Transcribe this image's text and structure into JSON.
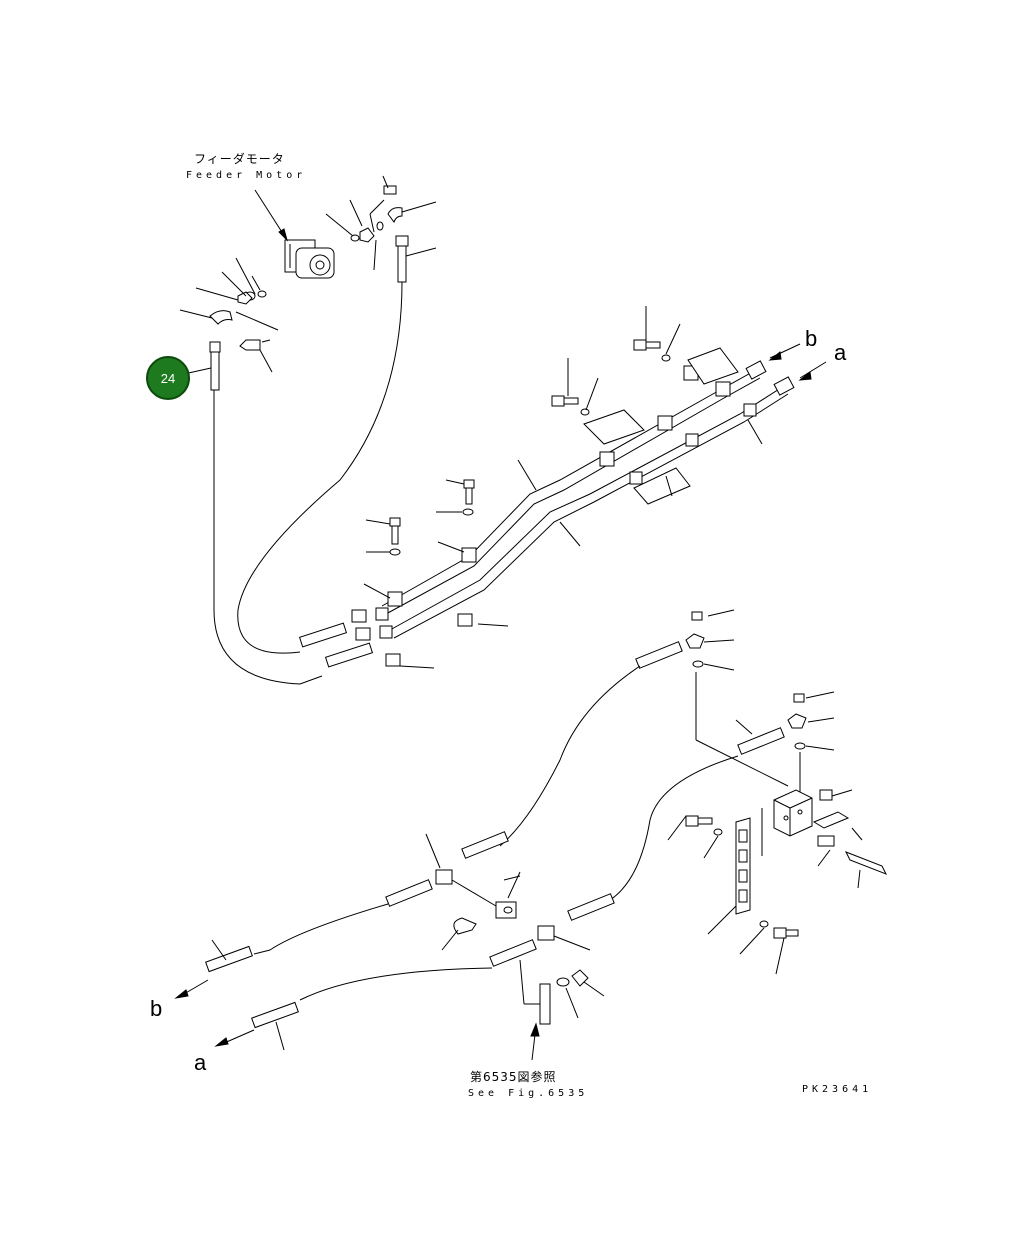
{
  "feeder_motor": {
    "label_jp": "フィーダモータ",
    "label_en": "Feeder Motor"
  },
  "callout": {
    "number": "24"
  },
  "connections": {
    "b": "b",
    "a": "a"
  },
  "reference": {
    "label_jp": "第6535図参照",
    "label_en": "See Fig.6535"
  },
  "drawing_code": "PK23641"
}
